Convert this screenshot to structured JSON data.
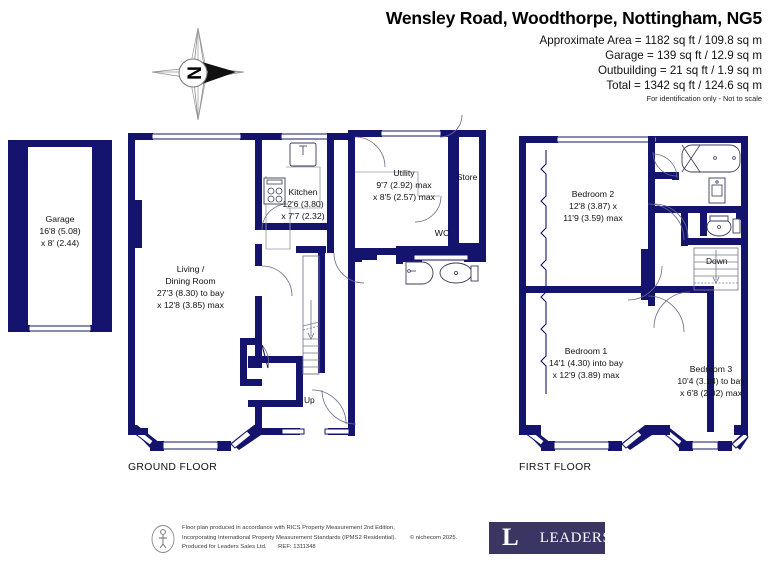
{
  "header": {
    "title": "Wensley Road, Woodthorpe, Nottingham, NG5",
    "areas": [
      "Approximate Area = 1182 sq ft / 109.8 sq m",
      "Garage = 139 sq ft / 12.9 sq m",
      "Outbuilding = 21 sq ft / 1.9 sq m",
      "Total = 1342 sq ft / 124.6 sq m"
    ],
    "disclaimer": "For identification only - Not to scale"
  },
  "compass": {
    "label": "N"
  },
  "ground_floor": {
    "caption": "GROUND FLOOR",
    "rooms": [
      {
        "name": "Garage",
        "dim1": "16'8 (5.08)",
        "dim2": "x 8' (2.44)"
      },
      {
        "name": "Living /",
        "name2": "Dining Room",
        "dim1": "27'3 (8.30) to bay",
        "dim2": "x 12'8 (3.85) max"
      },
      {
        "name": "Kitchen",
        "dim1": "12'6 (3.80)",
        "dim2": "x 7'7 (2.32)"
      },
      {
        "name": "Utility",
        "dim1": "9'7 (2.92) max",
        "dim2": "x 8'5 (2.57) max"
      },
      {
        "name": "Store",
        "dim1": "",
        "dim2": ""
      },
      {
        "name": "WC",
        "dim1": "",
        "dim2": ""
      }
    ],
    "stair_label": "Up"
  },
  "first_floor": {
    "caption": "FIRST FLOOR",
    "rooms": [
      {
        "name": "Bedroom 2",
        "dim1": "12'8 (3.87) x",
        "dim2": "11'9 (3.59) max"
      },
      {
        "name": "Bedroom 1",
        "dim1": "14'1 (4.30)  into bay",
        "dim2": "x 12'9 (3.89) max"
      },
      {
        "name": "Bedroom 3",
        "dim1": "10'4 (3.14) to bay",
        "dim2": "x 6'8 (2.02) max"
      }
    ],
    "stair_label": "Down"
  },
  "footer": {
    "line1": "Floor plan produced in accordance with RICS Property Measurement 2nd Edition,",
    "line2": "Incorporating International Property Measurement Standards (IPMS2 Residential).",
    "copyright": "© nichecom 2025.",
    "line3": "Produced for Leaders Sales Ltd.",
    "ref": "REF: 1311348",
    "logo_initial": "L",
    "logo_name": "LEADERS"
  },
  "colors": {
    "wall": "#14146e",
    "logo_bg": "#3b3564",
    "text": "#111111"
  }
}
